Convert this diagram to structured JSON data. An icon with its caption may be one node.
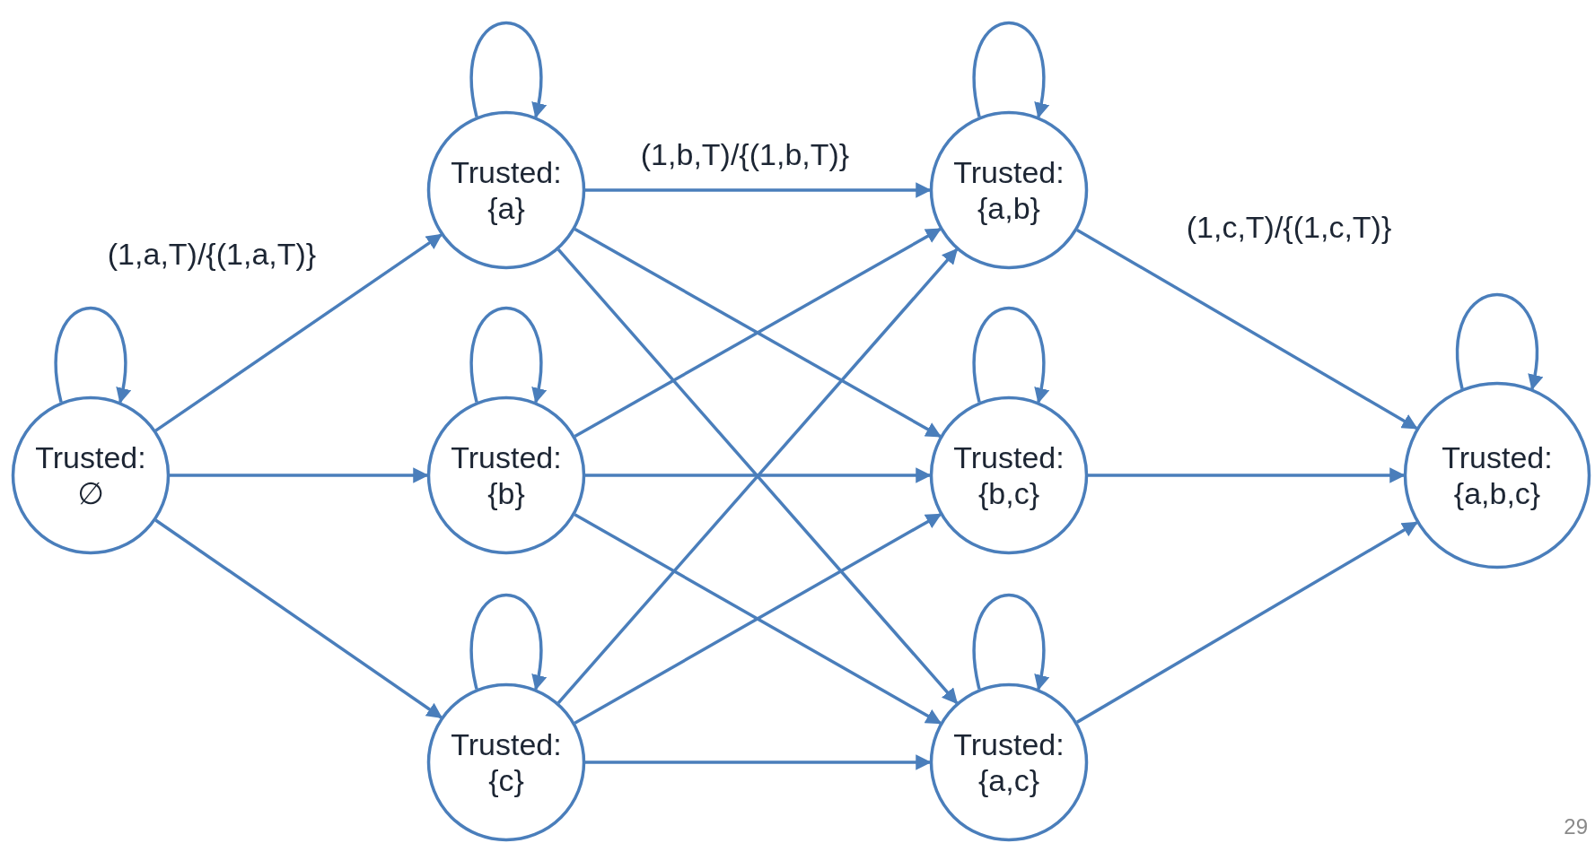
{
  "diagram": {
    "nodes": [
      {
        "text": [
          "Trusted: ∅"
        ]
      },
      {
        "text": [
          "Trusted: {a}"
        ]
      },
      {
        "text": [
          "Trusted: {b}"
        ]
      },
      {
        "text": [
          "Trusted: {c}"
        ]
      },
      {
        "text": [
          "Trusted: {a,b}"
        ]
      },
      {
        "text": [
          "Trusted: {b,c}"
        ]
      },
      {
        "text": [
          "Trusted: {a,c}"
        ]
      },
      {
        "text": [
          "Trusted: {a,b,c}"
        ]
      }
    ],
    "edges": [
      {
        "from": 0,
        "to": 0,
        "arrow": "to"
      },
      {
        "from": 1,
        "to": 1,
        "arrow": "to"
      },
      {
        "from": 2,
        "to": 2,
        "arrow": "to"
      },
      {
        "from": 3,
        "to": 3,
        "arrow": "to"
      },
      {
        "from": 4,
        "to": 4,
        "arrow": "to"
      },
      {
        "from": 5,
        "to": 5,
        "arrow": "to"
      },
      {
        "from": 6,
        "to": 6,
        "arrow": "to"
      },
      {
        "from": 7,
        "to": 7,
        "arrow": "to"
      },
      {
        "from": 0,
        "to": 1,
        "arrow": "to",
        "label": "(1,a,T)/{(1,a,T)}"
      },
      {
        "from": 0,
        "to": 2,
        "arrow": "to"
      },
      {
        "from": 0,
        "to": 3,
        "arrow": "to"
      },
      {
        "from": 1,
        "to": 4,
        "arrow": "to",
        "label": "(1,b,T)/{(1,b,T)}"
      },
      {
        "from": 1,
        "to": 5,
        "arrow": "to"
      },
      {
        "from": 1,
        "to": 6,
        "arrow": "to"
      },
      {
        "from": 2,
        "to": 4,
        "arrow": "to"
      },
      {
        "from": 2,
        "to": 5,
        "arrow": "to"
      },
      {
        "from": 2,
        "to": 6,
        "arrow": "to"
      },
      {
        "from": 3,
        "to": 4,
        "arrow": "to"
      },
      {
        "from": 3,
        "to": 5,
        "arrow": "to"
      },
      {
        "from": 3,
        "to": 6,
        "arrow": "to"
      },
      {
        "from": 4,
        "to": 7,
        "arrow": "to",
        "label": "(1,c,T)/{(1,c,T)}"
      },
      {
        "from": 5,
        "to": 7,
        "arrow": "to"
      },
      {
        "from": 6,
        "to": 7,
        "arrow": "to"
      }
    ],
    "labels": [
      "29"
    ]
  }
}
